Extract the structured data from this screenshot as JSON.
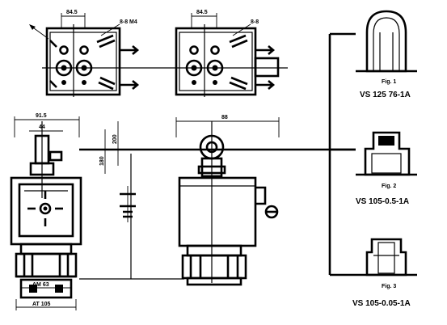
{
  "variants": [
    {
      "fig_label": "Fig. 1",
      "model": "VS 125 76-1A"
    },
    {
      "fig_label": "Fig. 2",
      "model": "VS 105-0.5-1A"
    },
    {
      "fig_label": "Fig. 3",
      "model": "VS 105-0.05-1A"
    }
  ],
  "dimension_labels": {
    "top_left_width": "84.5",
    "top_left_callout": "8-8 M4",
    "top_right_width": "84.5",
    "top_right_callout": "8-8",
    "front_width_outer": "91.5",
    "front_width_inner": "44",
    "side_width": "88",
    "vertical_center": "180",
    "vertical_height": "200",
    "base_width_inner": "AM 63",
    "base_width_outer": "AT 105"
  }
}
